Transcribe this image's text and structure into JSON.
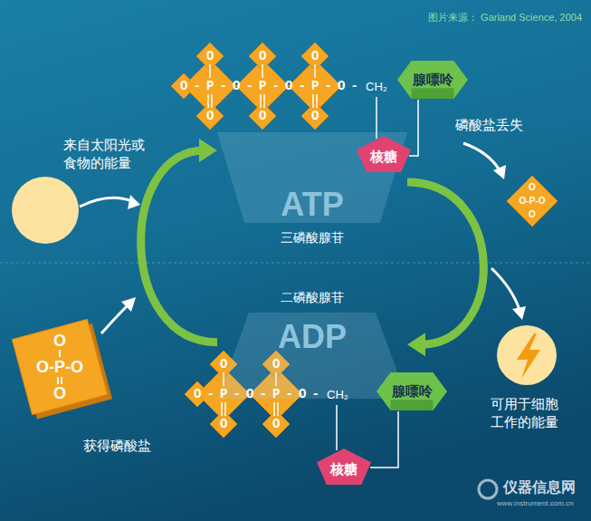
{
  "diagram": {
    "nodes": [
      {
        "text": [
          "ATP",
          "三磷酸腺苷"
        ]
      },
      {
        "text": [
          "腺嘌呤"
        ]
      },
      {
        "text": [
          "核糖"
        ]
      },
      {
        "text": [
          "二磷酸腺苷",
          "ADP"
        ]
      },
      {
        "text": [
          "腺嘌呤"
        ]
      },
      {
        "text": [
          "核糖"
        ]
      }
    ],
    "edges": [
      {
        "from": 3,
        "to": 0,
        "arrow": "to"
      },
      {
        "from": 0,
        "to": 3,
        "arrow": "to"
      }
    ],
    "labels": [
      "图片来源： Garland Science, 2004",
      "来自太阳光或食物的能量",
      "磷酸盐丢失",
      "可用于细胞工作的能量",
      "获得磷酸盐",
      "  O   O   O",
      "O-P-O-P-O-P-O-",
      "  O   O   O",
      "CH₂",
      "  O   O",
      "O-P-O-P-O-",
      "  O   O",
      "CH₂",
      "O",
      "O-P-O",
      "O",
      "O",
      "O-P-O",
      "O",
      "仪器信息网",
      "www.instrument.com.cn"
    ]
  }
}
